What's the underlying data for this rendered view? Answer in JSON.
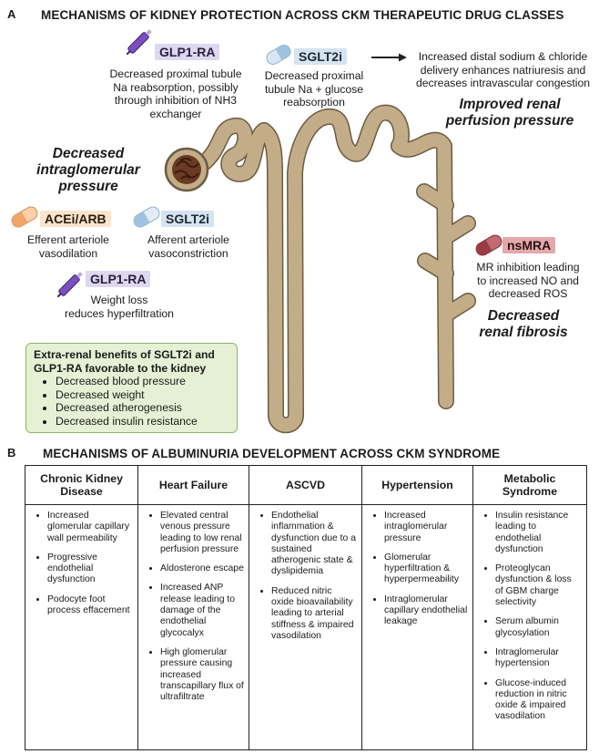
{
  "panel_a": {
    "letter": "A",
    "title": "MECHANISMS OF KIDNEY PROTECTION ACROSS CKM THERAPEUTIC DRUG CLASSES",
    "glp1_top": {
      "label": "GLP1-RA",
      "desc": [
        "Decreased proximal tubule",
        "Na reabsorption, possibly",
        "through inhibition of NH3",
        "exchanger"
      ]
    },
    "sglt2_top": {
      "label": "SGLT2i",
      "desc": [
        "Decreased proximal",
        "tubule Na + glucose",
        "reabsorption"
      ]
    },
    "distal": {
      "desc": [
        "Increased distal sodium & chloride",
        "delivery enhances natriuresis and",
        "decreases intravascular congestion"
      ],
      "outcome": [
        "Improved renal",
        "perfusion pressure"
      ]
    },
    "glomerular": {
      "outcome": [
        "Decreased",
        "intraglomerular",
        "pressure"
      ]
    },
    "ace": {
      "label": "ACEi/ARB",
      "desc": [
        "Efferent arteriole",
        "vasodilation"
      ]
    },
    "sglt2_mid": {
      "label": "SGLT2i",
      "desc": [
        "Afferent arteriole",
        "vasoconstriction"
      ]
    },
    "glp1_mid": {
      "label": "GLP1-RA",
      "desc": [
        "Weight loss",
        "reduces hyperfiltration"
      ]
    },
    "mra": {
      "label": "nsMRA",
      "desc": [
        "MR inhibition leading",
        "to increased NO and",
        "decreased ROS"
      ],
      "outcome": [
        "Decreased",
        "renal fibrosis"
      ]
    },
    "extra_renal": {
      "header": [
        "Extra-renal benefits of SGLT2i and",
        "GLP1-RA favorable to the kidney"
      ],
      "items": [
        "Decreased blood pressure",
        "Decreased weight",
        "Decreased atherogenesis",
        "Decreased insulin resistance"
      ]
    }
  },
  "panel_b": {
    "letter": "B",
    "title": "MECHANISMS OF ALBUMINURIA DEVELOPMENT ACROSS CKM SYNDROME",
    "columns": [
      {
        "header": "Chronic Kidney Disease",
        "items": [
          "Increased glomerular capillary wall permeability",
          "Progressive endothelial dysfunction",
          "Podocyte foot process effacement"
        ]
      },
      {
        "header": "Heart Failure",
        "items": [
          "Elevated central venous pressure leading to low renal perfusion pressure",
          "Aldosterone escape",
          "Increased ANP release leading to damage of the endothelial glycocalyx",
          "High glomerular pressure causing increased transcapillary flux of ultrafiltrate"
        ]
      },
      {
        "header": "ASCVD",
        "items": [
          "Endothelial inflammation & dysfunction due to a sustained atherogenic state & dyslipidemia",
          "Reduced nitric oxide bioavailability leading to arterial stiffness & impaired vasodilation"
        ]
      },
      {
        "header": "Hypertension",
        "items": [
          "Increased intraglomerular pressure",
          "Glomerular hyperfiltration & hyperpermeability",
          "Intraglomerular capillary endothelial leakage"
        ]
      },
      {
        "header": "Metabolic Syndrome",
        "items": [
          "Insulin resistance leading to endothelial dysfunction",
          "Proteoglycan dysfunction & loss of GBM charge selectivity",
          "Serum albumin glycosylation",
          "Intraglomerular hypertension",
          "Glucose-induced reduction in nitric oxide & impaired vasodilation"
        ]
      }
    ]
  },
  "colors": {
    "tubule": "#c3ad88",
    "tubule_edge": "#6d5b43",
    "glp1": "#7d4ec0",
    "sglt2": "#9fc3df",
    "ace": "#f0a46a",
    "mra": "#a24a4e",
    "extra_box": "#e6f0d5"
  },
  "icons": [
    "pen-injector-icon",
    "capsule-icon",
    "nephron-icon",
    "arrow-right-icon"
  ]
}
